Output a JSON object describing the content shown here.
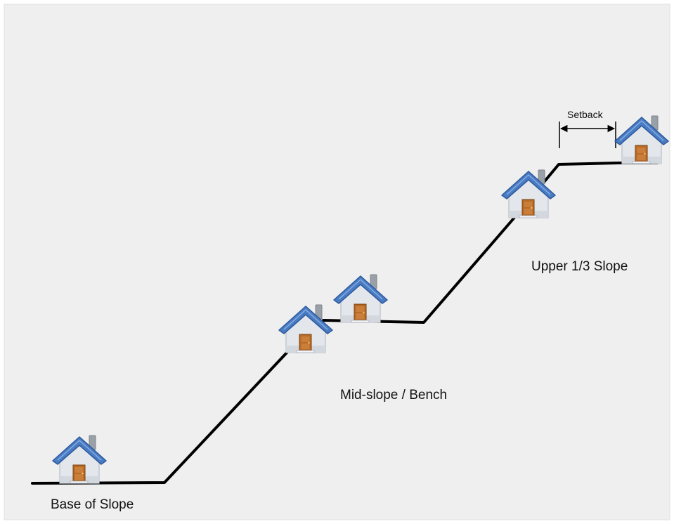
{
  "labels": {
    "base": "Base of Slope",
    "mid": "Mid-slope / Bench",
    "upper": "Upper 1/3 Slope",
    "setback": "Setback"
  },
  "colors": {
    "background": "#efefef",
    "terrain": "#000000",
    "roof": "#4a7cc4",
    "roof_dark": "#2e5a9c",
    "wall": "#e3e7ec",
    "wall_shade": "#c9ced6",
    "door": "#b86a25",
    "chimney": "#9aa0a8"
  },
  "icons": {
    "house": "house-icon"
  }
}
